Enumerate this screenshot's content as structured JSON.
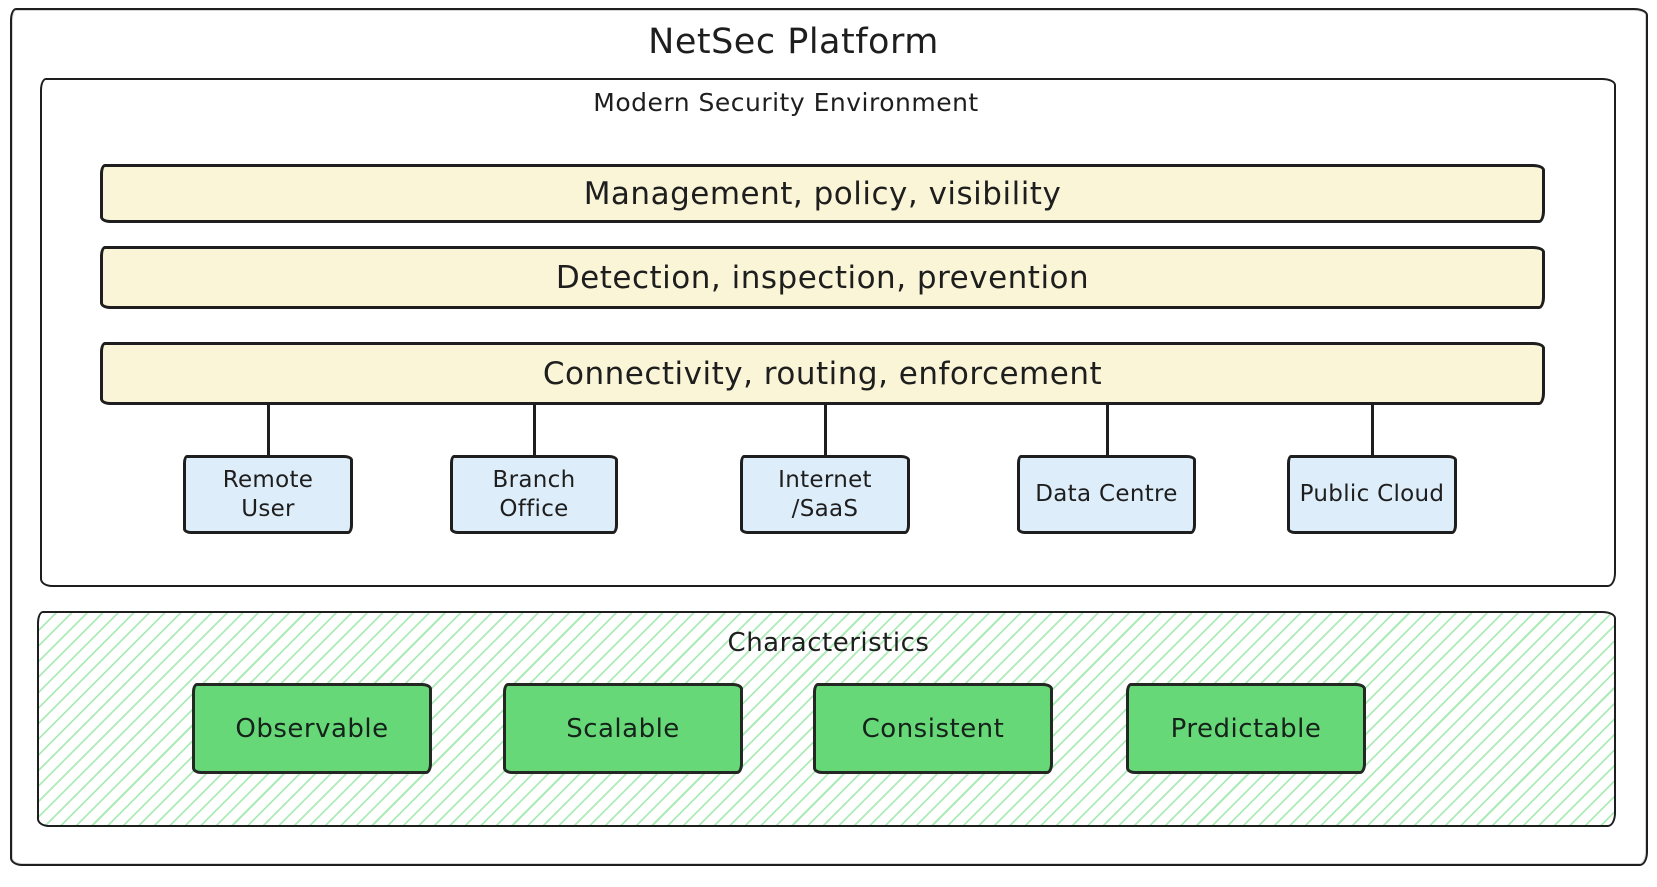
{
  "platform": {
    "title": "NetSec Platform"
  },
  "environment": {
    "label": "Modern Security Environment",
    "layers": [
      {
        "label": "Management, policy, visibility"
      },
      {
        "label": "Detection, inspection, prevention"
      },
      {
        "label": "Connectivity, routing, enforcement"
      }
    ],
    "endpoints": [
      {
        "lines": [
          "Remote",
          "User"
        ]
      },
      {
        "lines": [
          "Branch",
          "Office"
        ]
      },
      {
        "lines": [
          "Internet",
          "/SaaS"
        ]
      },
      {
        "lines": [
          "Data Centre"
        ]
      },
      {
        "lines": [
          "Public Cloud"
        ]
      }
    ]
  },
  "characteristics": {
    "label": "Characteristics",
    "items": [
      {
        "label": "Observable"
      },
      {
        "label": "Scalable"
      },
      {
        "label": "Consistent"
      },
      {
        "label": "Predictable"
      }
    ]
  },
  "colors": {
    "border": "#1e1e1e",
    "layer_fill": "#faf5d7",
    "endpoint_fill": "#ddedf9",
    "characteristic_fill": "#67d878",
    "hatch_green": "#69db7c"
  }
}
